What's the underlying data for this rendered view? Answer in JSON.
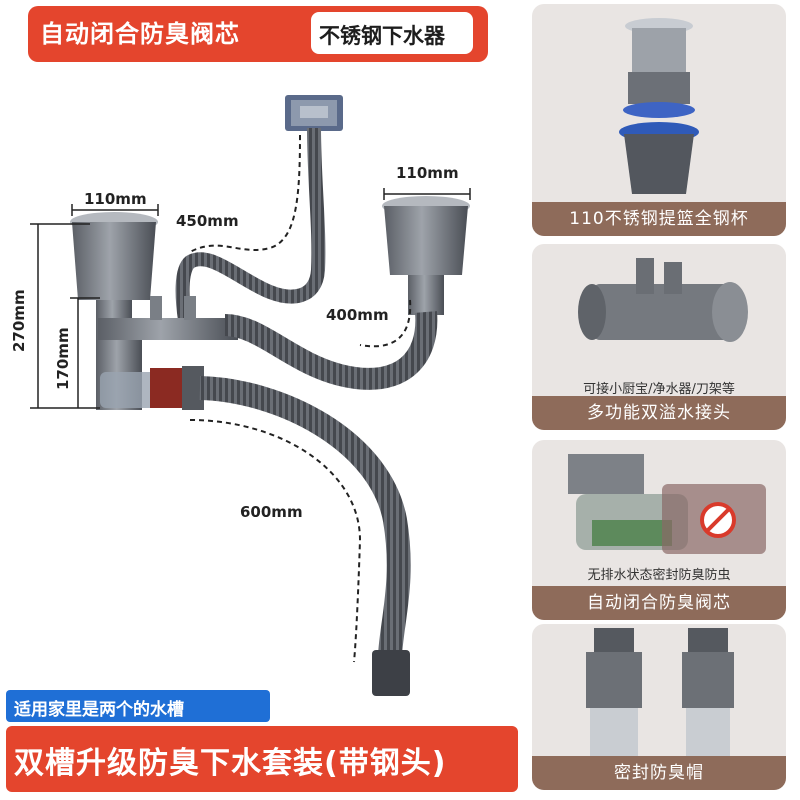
{
  "top": {
    "title": "自动闭合防臭阀芯",
    "tag": "不锈钢下水器"
  },
  "dimensions": {
    "left_basket_width": "110mm",
    "right_basket_width": "110mm",
    "overflow_hose": "450mm",
    "connect_hose": "400mm",
    "drain_hose": "600mm",
    "total_height": "270mm",
    "lower_height": "170mm"
  },
  "panels": [
    {
      "label": "110不锈钢提篮全钢杯",
      "caption": ""
    },
    {
      "label": "多功能双溢水接头",
      "caption": "可接小厨宝/净水器/刀架等"
    },
    {
      "label": "自动闭合防臭阀芯",
      "caption": "无排水状态密封防臭防虫"
    },
    {
      "label": "密封防臭帽",
      "caption": ""
    }
  ],
  "bottom": {
    "badge": "适用家里是两个的水槽",
    "title": "双槽升级防臭下水套装(带钢头)"
  },
  "colors": {
    "red": "#e4452d",
    "brown": "#8e6b5a",
    "blue": "#1f6fd6",
    "panel_bg": "#e9e5e3"
  }
}
